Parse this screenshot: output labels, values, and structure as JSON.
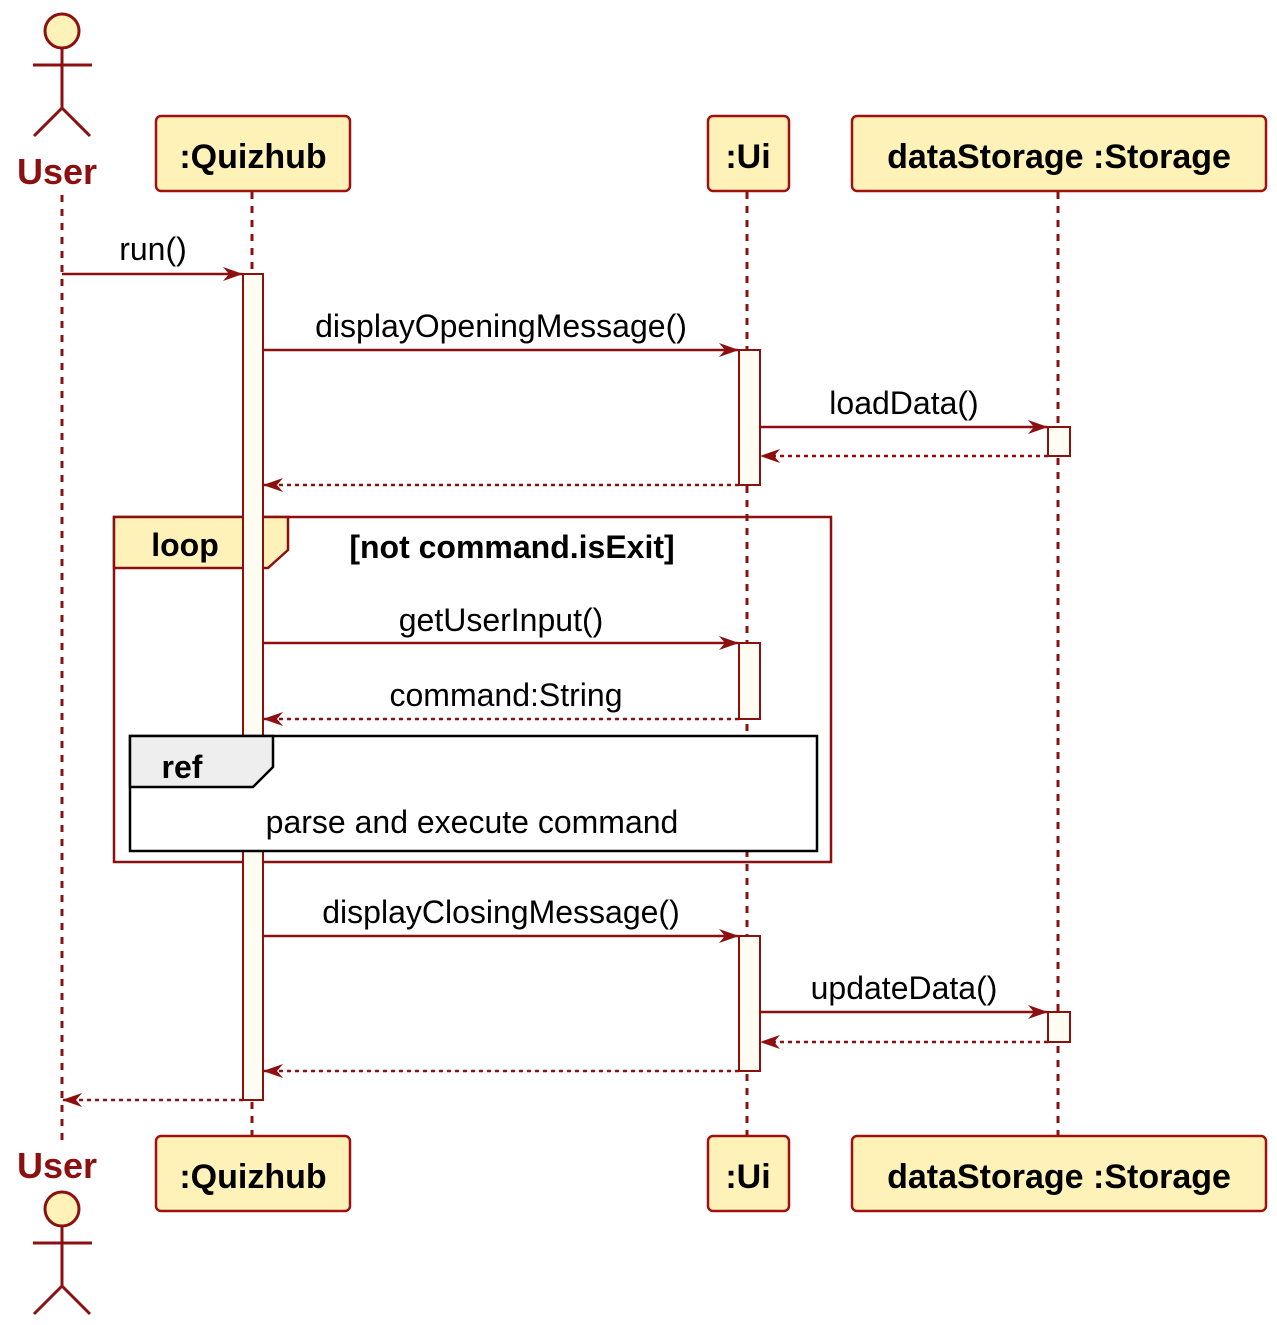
{
  "colors": {
    "participant_fill": "#fef2b8",
    "line": "#8c1010",
    "actor_label": "#8c1010",
    "activation_fill": "#fffdf1",
    "ref_tab_fill": "#eeeeee"
  },
  "participants": {
    "user": "User",
    "quizhub": ":Quizhub",
    "ui": ":Ui",
    "storage": "dataStorage :Storage"
  },
  "messages": {
    "run": "run()",
    "display_opening": "displayOpeningMessage()",
    "load_data": "loadData()",
    "get_user_input": "getUserInput()",
    "command_return": "command:String",
    "display_closing": "displayClosingMessage()",
    "update_data": "updateData()"
  },
  "loop_frame": {
    "keyword": "loop",
    "guard": "[not command.isExit]"
  },
  "ref_frame": {
    "keyword": "ref",
    "text": "parse and execute command"
  }
}
